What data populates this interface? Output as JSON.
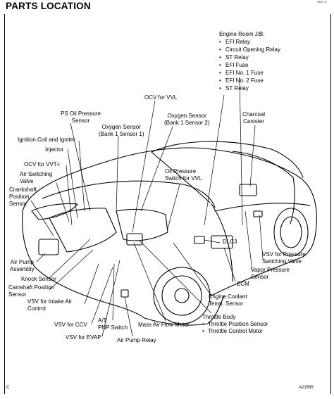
{
  "header": {
    "title": "PARTS LOCATION",
    "doc_ref": "3531 E"
  },
  "junction_box": {
    "title": "Engine Room J/B:",
    "items": [
      "EFI Relay",
      "Circuit Opening Relay",
      "ST Relay",
      "EFI Fuse",
      "EFI No. 1 Fuse",
      "EFI No. 2 Fuse",
      "ST Relay"
    ]
  },
  "labels": {
    "ocv_vvl": "OCV for VVL",
    "ps_oil_1": "PS Oil Pressure",
    "ps_oil_2": "Sensor",
    "o2_b1_1": "Oxygen Sensor",
    "o2_b1_2": "(Bank 1 Sensor 1)",
    "o2_b2_1": "Oxygen Sensor",
    "o2_b2_2": "(Bank 1 Sensor 2)",
    "charcoal_1": "Charcoal",
    "charcoal_2": "Canister",
    "ignition": "Ignition Coil and Igniter",
    "injector": "Injector",
    "ocv_vvti": "OCV for VVT-i",
    "air_sw_1": "Air Switching",
    "air_sw_2": "Valve",
    "oil_pr_1": "Oil Pressure",
    "oil_pr_2": "Switch for VVL",
    "crank_1": "Crankshaft",
    "crank_2": "Position",
    "crank_3": "Sensor",
    "dlc3": "DLC3",
    "air_pump_1": "Air Pump",
    "air_pump_2": "Assembly",
    "knock": "Knock Sensor",
    "vsv_ps_1": "VSV for Pressure",
    "vsv_ps_2": "Swtiching Valve",
    "vapor_1": "Vapor Pressure",
    "vapor_2": "Sensor",
    "cam_1": "Camshaft Position",
    "cam_2": "Sensor",
    "ecm": "ECM",
    "vsv_intake_1": "VSV for Intake Air",
    "vsv_intake_2": "Control",
    "coolant_1": "Engine Coolant",
    "coolant_2": "Temp. Sensor",
    "throttle_1": "Throttle Body",
    "throttle_2": "Throttle Position Sensor",
    "throttle_3": "Throttle Control Motor",
    "vsv_ccv": "VSV for CCV",
    "at_pnp_1": "A/T:",
    "at_pnp_2": "PNP Switch",
    "maf": "Mass Air Flow Meter",
    "vsv_evap": "VSV for EVAP",
    "air_pump_relay": "Air Pump Relay"
  },
  "footer": {
    "left": "C",
    "right": "A21565"
  }
}
